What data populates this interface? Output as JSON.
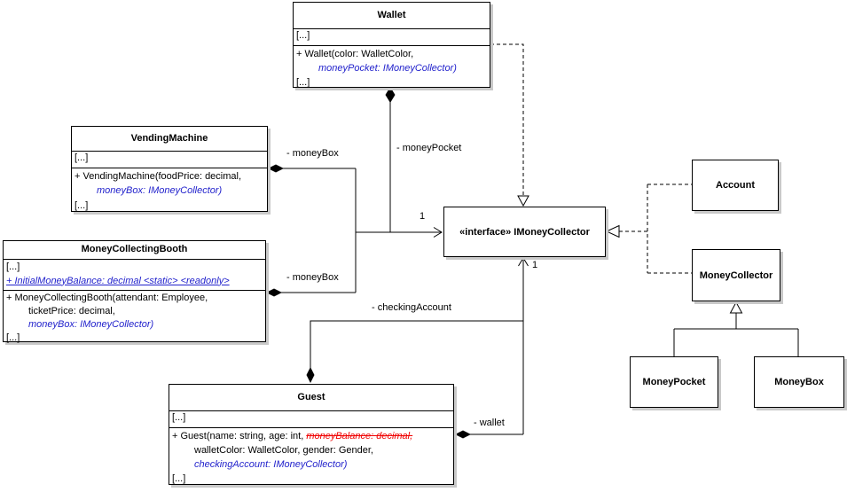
{
  "classes": {
    "wallet": {
      "title": "Wallet",
      "attr1": "[...]",
      "m1": "+ Wallet(color: WalletColor,",
      "m2": "moneyPocket: IMoneyCollector)",
      "m3": "[...]"
    },
    "vending_machine": {
      "title": "VendingMachine",
      "attr1": "[...]",
      "m1": "+ VendingMachine(foodPrice: decimal,",
      "m2": "moneyBox: IMoneyCollector)",
      "m3": "[...]"
    },
    "money_collecting_booth": {
      "title": "MoneyCollectingBooth",
      "attr1": "[...]",
      "attr2": "+ InitialMoneyBalance: decimal <static> <readonly>",
      "m1": "+ MoneyCollectingBooth(attendant: Employee,",
      "m2": "ticketPrice: decimal,",
      "m3": "moneyBox: IMoneyCollector)",
      "m4": "[...]"
    },
    "guest": {
      "title": "Guest",
      "attr1": "[...]",
      "m1a": "+ Guest(name: string, age: int, ",
      "m1b": "moneyBalance: decimal,",
      "m2": "walletColor: WalletColor, gender: Gender,",
      "m3": "checkingAccount: IMoneyCollector)",
      "m4": "[...]"
    },
    "imoneycollector": {
      "title": "«interface» IMoneyCollector"
    },
    "account": {
      "title": "Account"
    },
    "money_collector": {
      "title": "MoneyCollector"
    },
    "money_pocket": {
      "title": "MoneyPocket"
    },
    "money_box": {
      "title": "MoneyBox"
    }
  },
  "edge_labels": {
    "money_box_vending": "- moneyBox",
    "money_pocket": "- moneyPocket",
    "money_box_booth": "- moneyBox",
    "checking_account": "- checkingAccount",
    "wallet": "- wallet",
    "mult_left": "1",
    "mult_bottom": "1"
  },
  "colors": {
    "line": "#000000",
    "parameter_blue": "#2222cc",
    "removed_red": "#f00000",
    "shadow": "#c9c9c9",
    "box_fill": "#ffffff"
  }
}
